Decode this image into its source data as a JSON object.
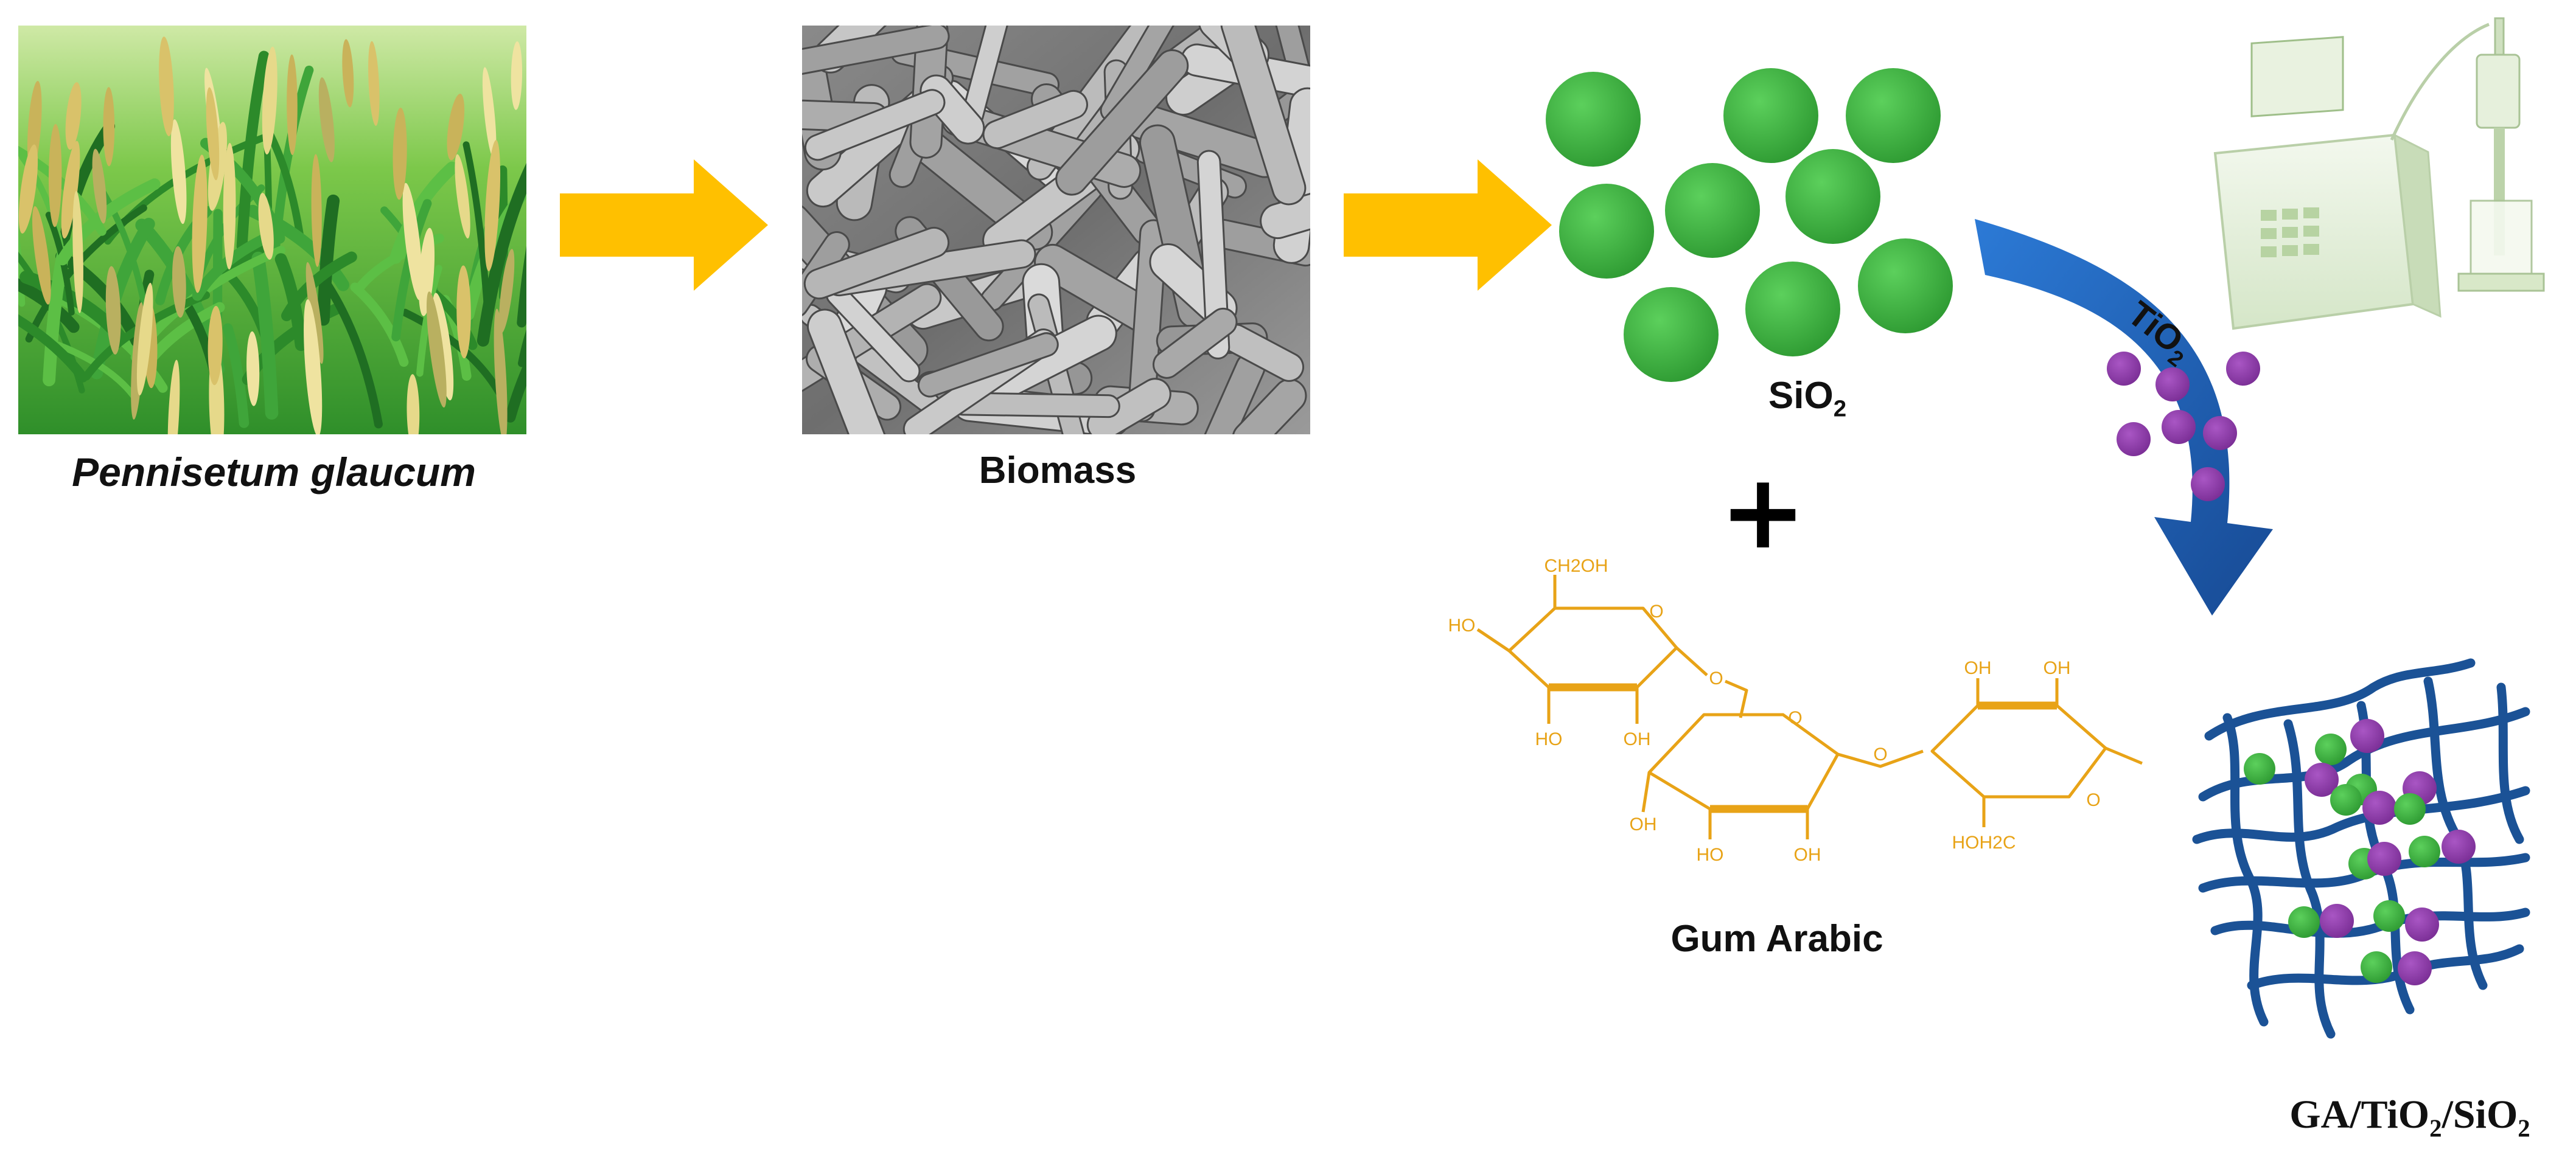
{
  "labels": {
    "plant": "Pennisetum glaucum",
    "biomass": "Biomass",
    "sio2_main": "SiO",
    "sio2_sub": "2",
    "gum": "Gum Arabic",
    "tio2_main": "TiO",
    "tio2_sub": "2",
    "composite": {
      "ga": "GA/TiO",
      "sub1": "2",
      "mid": "/SiO",
      "sub2": "2"
    },
    "plus": "+"
  },
  "structure_labels": {
    "ch2oh": "CH2OH",
    "ho": "HO",
    "oh": "OH",
    "o": "O",
    "hoh2c": "HOH2C"
  },
  "colors": {
    "arrow": "#FFC000",
    "silica": "#35A838",
    "tio2": "#8E3BA8",
    "curved_arrow": "#1F5FAF",
    "gum_structure": "#E8A317",
    "network": "#1B5296",
    "plus": "#000000"
  },
  "icons": {
    "plant_photo": "millet-field-photo",
    "sem_image": "biomass-sem-micrograph",
    "equipment": "ultrasonicator-icon"
  }
}
